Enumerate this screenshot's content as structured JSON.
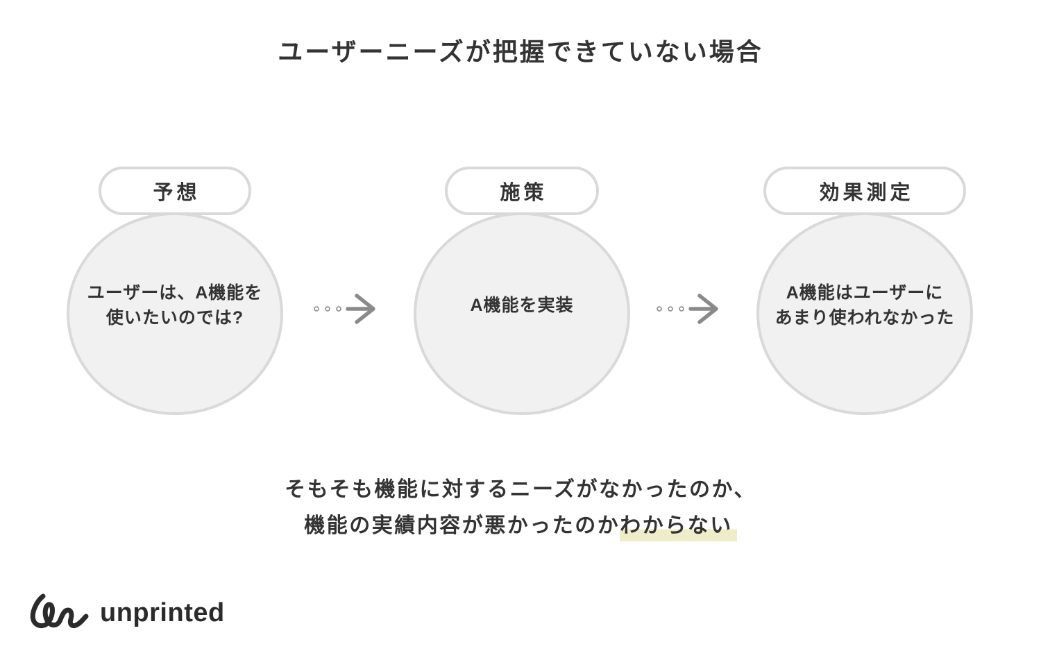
{
  "title": "ユーザーニーズが把握できていない場合",
  "steps": [
    {
      "label": "予想",
      "body": "ユーザーは、A機能を\n使いたいのでは?"
    },
    {
      "label": "施策",
      "body": "A機能を実装"
    },
    {
      "label": "効果測定",
      "body": "A機能はユーザーに\nあまり使われなかった"
    }
  ],
  "summary": {
    "line1": "そもそも機能に対するニーズがなかったのか、",
    "line2_normal": "機能の実績内容が悪かったのか",
    "line2_highlight": "わからない"
  },
  "branding": {
    "logo_text": "unprinted"
  },
  "icons": {
    "flow_arrow": "dotted-arrow-right",
    "logo_mark": "unprinted-cursive-mark"
  },
  "colors": {
    "background": "#ffffff",
    "text": "#333333",
    "circle_fill": "#f1f1f1",
    "stroke_gray": "#d9d9d9",
    "arrow_gray": "#8a8a8a",
    "highlight_yellow": "#efedc7",
    "logo_dark": "#2b2b2b"
  }
}
